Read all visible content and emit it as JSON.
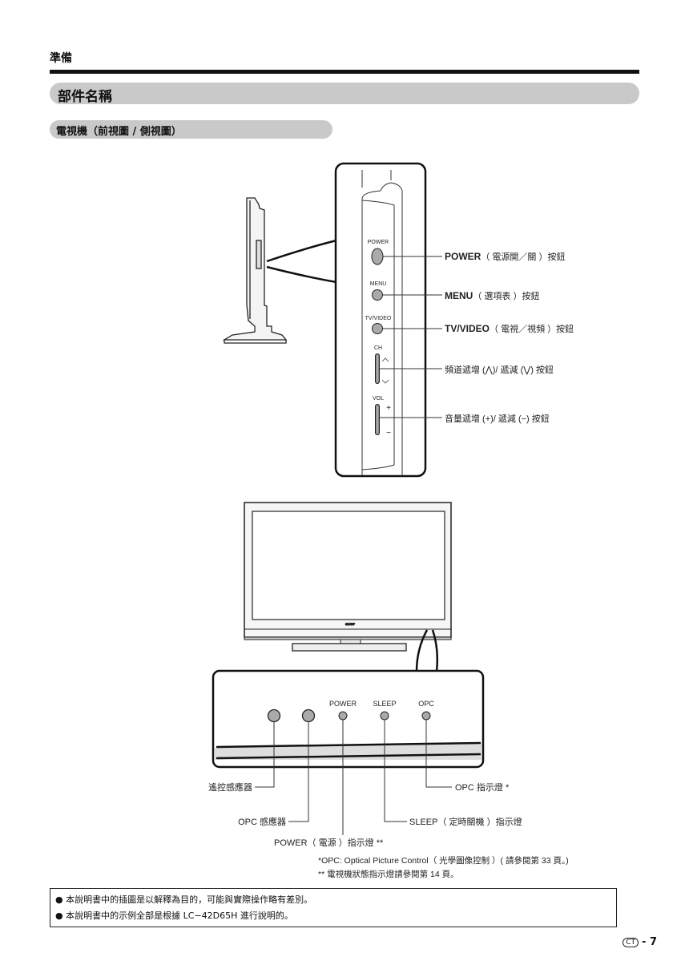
{
  "header": {
    "section": "準備"
  },
  "title": "部件名稱",
  "subtitle": "電視機（前視圖 / 側視圖）",
  "side_panel": {
    "button_labels": [
      "POWER",
      "MENU",
      "TV/VIDEO",
      "CH",
      "VOL"
    ],
    "ch_up": "^",
    "ch_down": "v",
    "vol_plus": "+",
    "vol_minus": "−",
    "callouts": {
      "power_bold": "POWER",
      "power_rest": "（ 電源開／關 ）按鈕",
      "menu_bold": "MENU",
      "menu_rest": "（ 選項表 ）按鈕",
      "tvvideo_bold": "TV/VIDEO",
      "tvvideo_rest": "（ 電視／視頻 ）按鈕",
      "channel": "頻道遞增 (⋀)/ 遞減 (⋁) 按鈕",
      "volume": "音量遞增 (+)/ 遞減 (−) 按鈕"
    }
  },
  "front_panel": {
    "brand": "SHARP",
    "indicator_labels": [
      "POWER",
      "SLEEP",
      "OPC"
    ],
    "callouts": {
      "remote_sensor": "遙控感應器",
      "opc_sensor": "OPC 感應器",
      "power_indicator": "POWER（ 電源 ）指示燈 **",
      "sleep_indicator": "SLEEP（ 定時關機 ）指示燈",
      "opc_indicator": "OPC 指示燈 *"
    },
    "footnotes": [
      "*OPC: Optical Picture Control（ 光學圖像控制 ）( 請參閱第 33 頁。)",
      "** 電視機狀態指示燈請參閱第 14 頁。"
    ]
  },
  "notes": [
    "本說明書中的插圖是以解釋為目的，可能與實際操作略有差別。",
    "本說明書中的示例全部是根據 LC−42D65H 進行說明的。"
  ],
  "page": {
    "badge": "CT",
    "number": "- 7"
  }
}
